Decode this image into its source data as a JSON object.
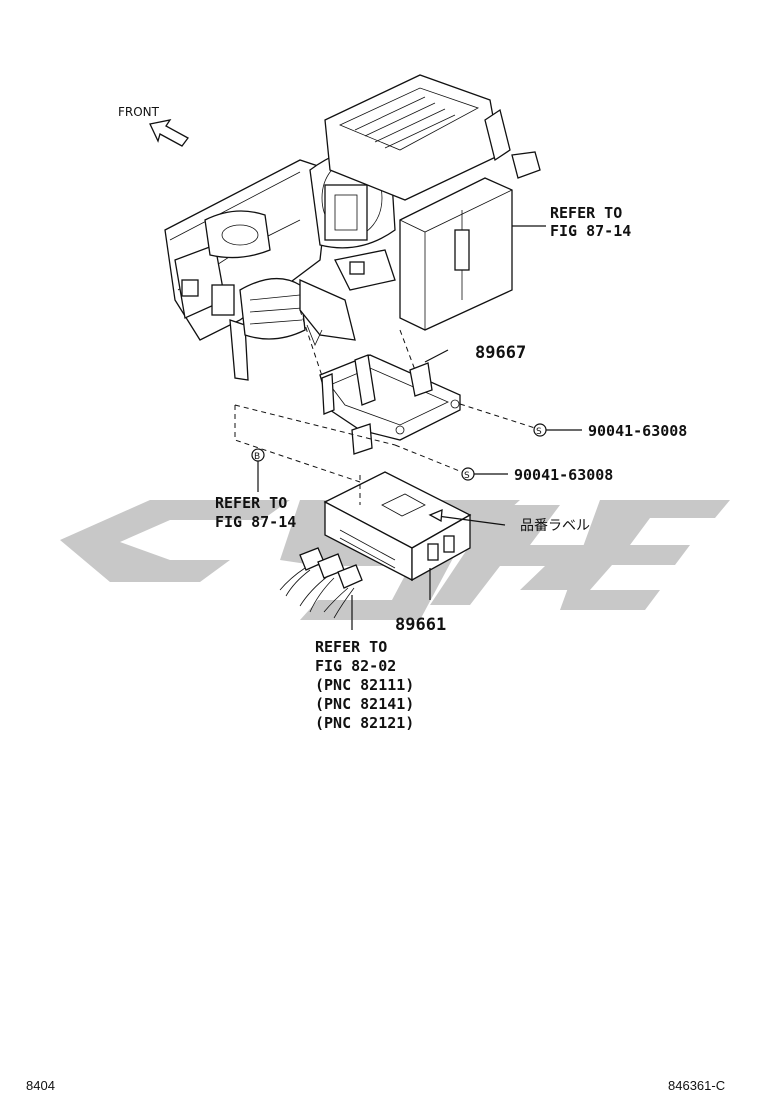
{
  "diagram": {
    "front_label": "FRONT",
    "parts": {
      "bracket": "89667",
      "ecu": "89661",
      "screw_upper": "90041-63008",
      "screw_lower": "90041-63008",
      "screw_symbol": "S",
      "connector_symbol": "B"
    },
    "refer_upper_right": {
      "line1": "REFER TO",
      "line2": "FIG 87-14"
    },
    "refer_left": {
      "line1": "REFER TO",
      "line2": "FIG 87-14"
    },
    "refer_bottom": {
      "line1": "REFER TO",
      "line2": "FIG 82-02",
      "line3": "(PNC 82111)",
      "line4": "(PNC 82141)",
      "line5": "(PNC 82121)"
    },
    "label_note": "品番ラベル"
  },
  "footer": {
    "left_code": "8404",
    "right_code": "846361-C"
  }
}
